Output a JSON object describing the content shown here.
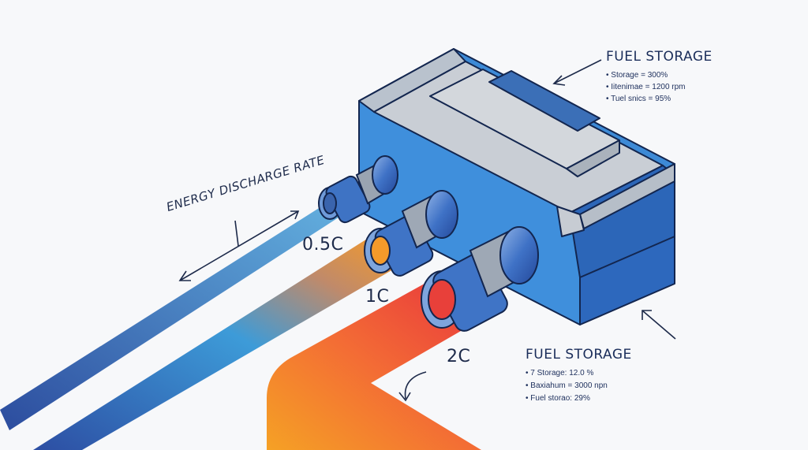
{
  "axis_title": "ENERGY DISCHARGE RATE",
  "rates": [
    {
      "label": "0.5C",
      "color_start": "#2f52a6",
      "color_end": "#5aa7dc"
    },
    {
      "label": "1C",
      "color_start": "#2e55a8",
      "color_end": "#f39a2a"
    },
    {
      "label": "2C",
      "color_start": "#f6a026",
      "color_end": "#ea3b3b"
    }
  ],
  "callouts": {
    "top": {
      "title": "FUEL STORAGE",
      "items": [
        "Storage = 300%",
        "Iitenimae = 1200 rpm",
        "Tuel snics = 95%"
      ]
    },
    "bottom": {
      "title": "FUEL STORAGE",
      "items": [
        "7 Storage: 12.0 %",
        "Baxiahum = 3000 npn",
        "Fuel storao: 29%"
      ]
    }
  },
  "colors": {
    "device_blue": "#3a86d2",
    "device_dark": "#2c69b8",
    "device_grey": "#c8ccd2",
    "outline": "#13264f",
    "fitting_blue": "#4a7fd0",
    "fitting_grey": "#a9b0b9"
  },
  "icons": [
    "arrow-left-icon",
    "arrow-down-left-icon"
  ]
}
